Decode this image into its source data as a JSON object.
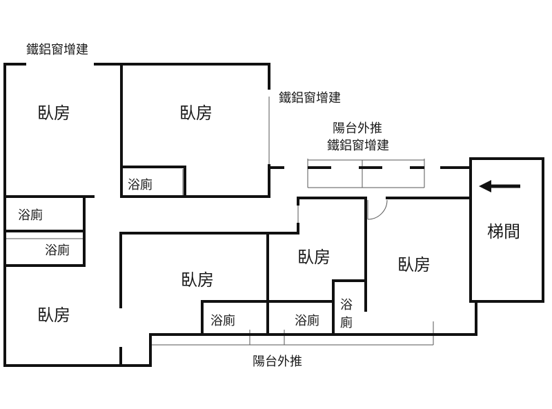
{
  "notes": {
    "iron_window_top": "鐵鋁窗增建",
    "iron_window_mid": "鐵鋁窗增建",
    "balcony_top": "陽台外推",
    "iron_window_balcony": "鐵鋁窗增建",
    "balcony_bottom": "陽台外推"
  },
  "rooms": {
    "bedroom_nw": "臥房",
    "bedroom_n": "臥房",
    "bedroom_sw": "臥房",
    "bedroom_s": "臥房",
    "bedroom_mid": "臥房",
    "bedroom_e": "臥房",
    "stairs": "梯間"
  },
  "baths": {
    "bath_n": "浴廁",
    "bath_w1": "浴廁",
    "bath_w2": "浴廁",
    "bath_s1": "浴廁",
    "bath_s2": "浴廁",
    "bath_s3_line1": "浴",
    "bath_s3_line2": "廁"
  },
  "colors": {
    "wall": "#111111",
    "text": "#1a1a1a",
    "background": "#ffffff"
  },
  "icons": [
    "left-arrow-icon"
  ]
}
